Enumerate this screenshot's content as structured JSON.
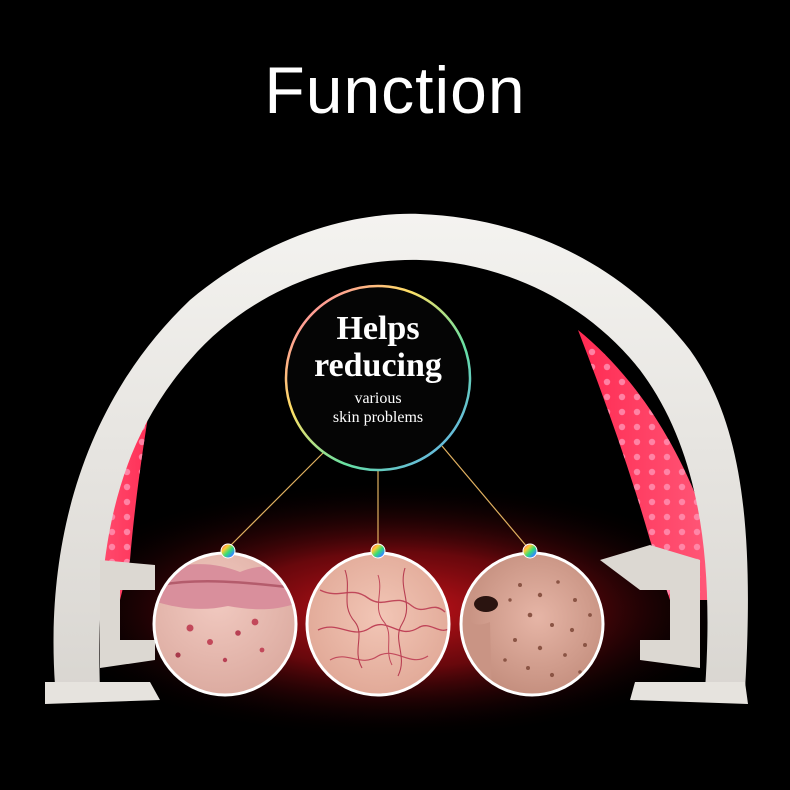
{
  "header": {
    "title": "Function"
  },
  "center_badge": {
    "line1": "Helps",
    "line2": "reducing",
    "line3": "various",
    "line4": "skin problems"
  },
  "skin_samples": [
    {
      "name": "acne-lips"
    },
    {
      "name": "red-capillaries"
    },
    {
      "name": "enlarged-pores"
    }
  ],
  "colors": {
    "background": "#000000",
    "device": "#eceae6",
    "led": "#ff3a6a",
    "glow": "#c01018"
  }
}
